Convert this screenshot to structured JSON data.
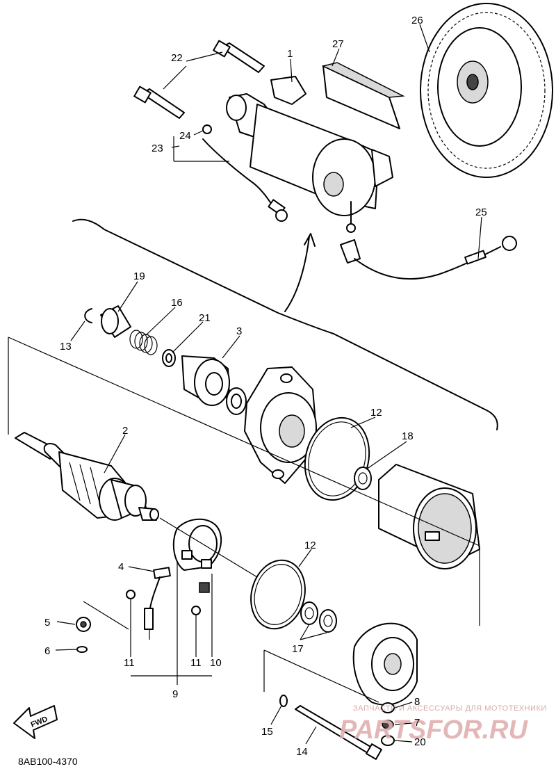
{
  "labels": {
    "p1": "1",
    "p2": "2",
    "p3": "3",
    "p4": "4",
    "p5": "5",
    "p6": "6",
    "p7": "7",
    "p8": "8",
    "p9": "9",
    "p10": "10",
    "p11a": "11",
    "p11b": "11",
    "p12a": "12",
    "p12b": "12",
    "p13": "13",
    "p14": "14",
    "p15": "15",
    "p16": "16",
    "p17": "17",
    "p18": "18",
    "p19": "19",
    "p20": "20",
    "p21": "21",
    "p22": "22",
    "p23": "23",
    "p24": "24",
    "p25": "25",
    "p26": "26",
    "p27": "27"
  },
  "fwd_label": "FWD",
  "diagram_code": "8AB100-4370",
  "watermark": {
    "tagline": "ЗАПЧАСТИ И АКСЕССУАРЫ ДЛЯ МОТОТЕХНИКИ",
    "brand": "PARTSFOR.RU"
  }
}
